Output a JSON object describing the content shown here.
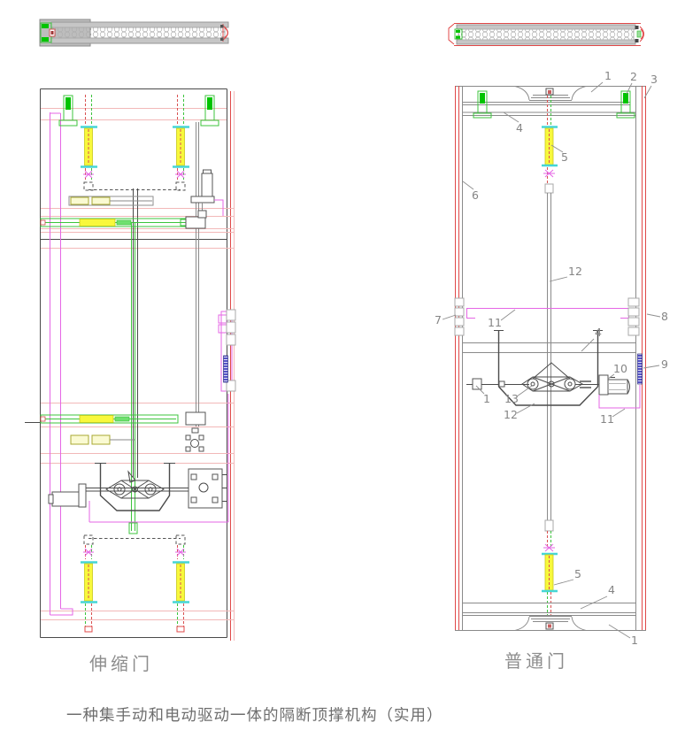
{
  "page": {
    "background": "#ffffff",
    "title": "一种集手动和电动驱动一体的隔断顶撑机构（实用）"
  },
  "views": {
    "telescopic": {
      "caption": "伸缩门"
    },
    "ordinary": {
      "caption": "普通门"
    }
  },
  "colors": {
    "frame_red": "#e04848",
    "frame_pink": "#f2b8b8",
    "wire_magenta": "#e566e5",
    "part_green": "#3cc43c",
    "bolt_green_fill": "#00c400",
    "highlight_yellow": "#f8f83c",
    "tick_cyan": "#45d6d6",
    "line_gray": "#8a8a8a",
    "line_dark": "#4a4a4a",
    "hatch_blue": "#5353c6",
    "label_gray": "#858585"
  },
  "part_labels": [
    {
      "text": "1"
    },
    {
      "text": "2"
    },
    {
      "text": "3"
    },
    {
      "text": "4"
    },
    {
      "text": "5"
    },
    {
      "text": "6"
    },
    {
      "text": "12"
    },
    {
      "text": "7"
    },
    {
      "text": "11"
    },
    {
      "text": "8"
    },
    {
      "text": "4"
    },
    {
      "text": "9"
    },
    {
      "text": "10"
    },
    {
      "text": "1"
    },
    {
      "text": "13"
    },
    {
      "text": "12"
    },
    {
      "text": "11"
    },
    {
      "text": "5"
    },
    {
      "text": "4"
    },
    {
      "text": "1"
    }
  ]
}
